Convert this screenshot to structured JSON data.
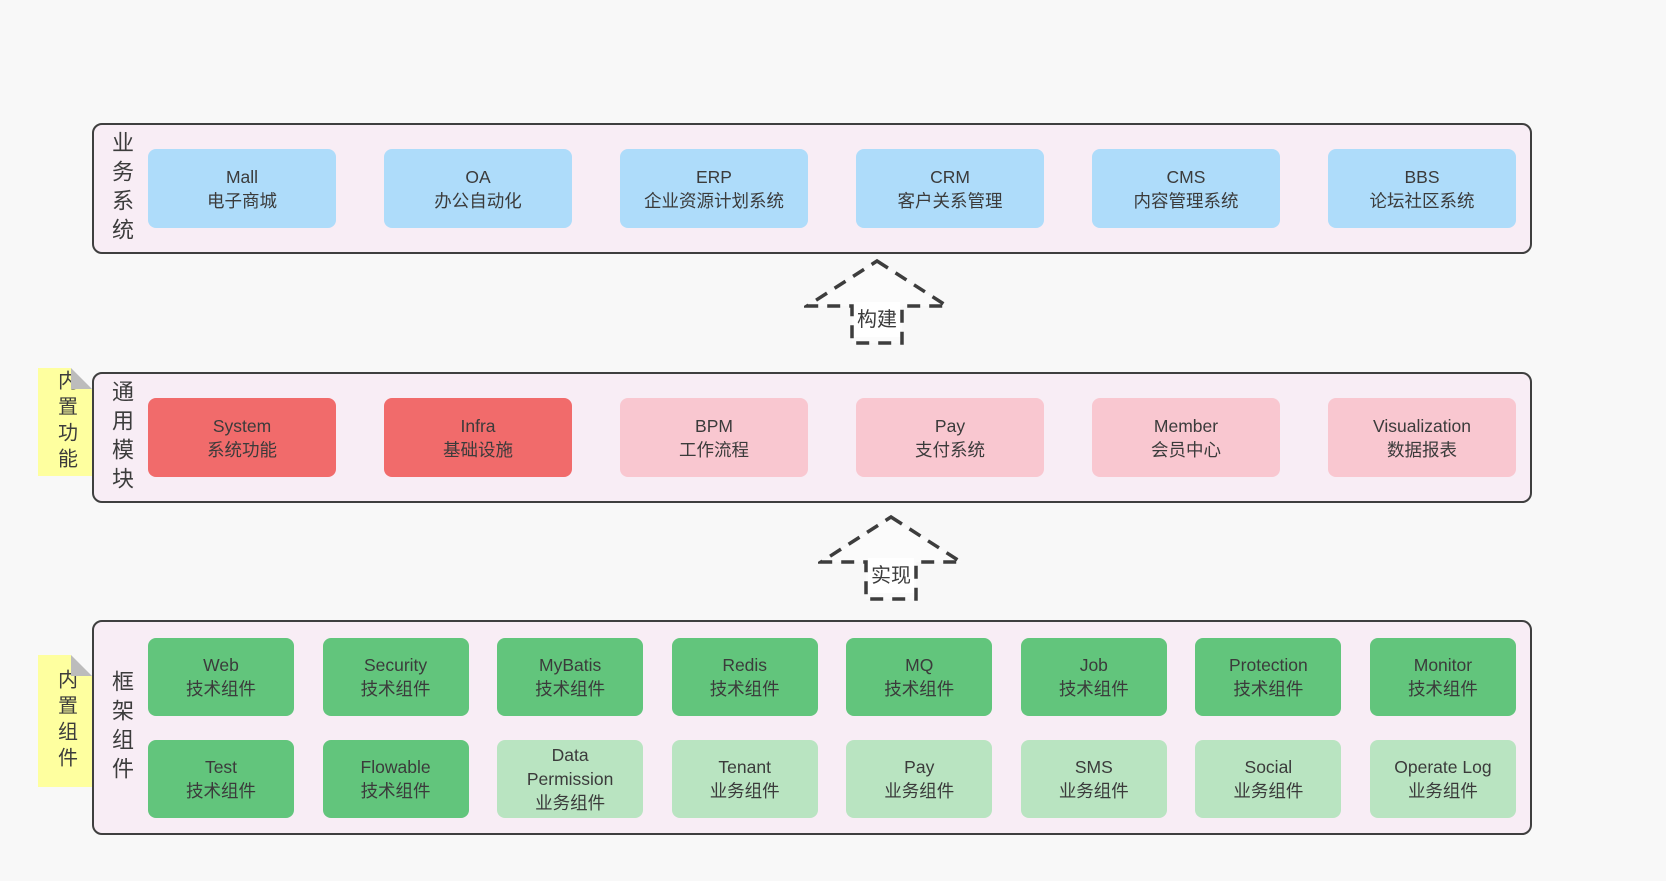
{
  "colors": {
    "blue": "#aedcfa",
    "red": "#f16b6b",
    "pink": "#f9c7d0",
    "green": "#62c57c",
    "light_green": "#b9e4c1",
    "sticky_yellow": "#feff9f",
    "layer_bg": "#f8edf5",
    "layer_border": "#3f3f3f",
    "page_bg": "#f8f8f8",
    "text": "#3b3b3b"
  },
  "arrows": [
    {
      "label": "构建"
    },
    {
      "label": "实现"
    }
  ],
  "layers": [
    {
      "label": "业务系统",
      "rows": [
        [
          {
            "en": "Mall",
            "zh": "电子商城",
            "variant": "blue"
          },
          {
            "en": "OA",
            "zh": "办公自动化",
            "variant": "blue"
          },
          {
            "en": "ERP",
            "zh": "企业资源计划系统",
            "variant": "blue"
          },
          {
            "en": "CRM",
            "zh": "客户关系管理",
            "variant": "blue"
          },
          {
            "en": "CMS",
            "zh": "内容管理系统",
            "variant": "blue"
          },
          {
            "en": "BBS",
            "zh": "论坛社区系统",
            "variant": "blue"
          }
        ]
      ]
    },
    {
      "label": "通用模块",
      "sticky": "内置功能",
      "rows": [
        [
          {
            "en": "System",
            "zh": "系统功能",
            "variant": "red"
          },
          {
            "en": "Infra",
            "zh": "基础设施",
            "variant": "red"
          },
          {
            "en": "BPM",
            "zh": "工作流程",
            "variant": "pink"
          },
          {
            "en": "Pay",
            "zh": "支付系统",
            "variant": "pink"
          },
          {
            "en": "Member",
            "zh": "会员中心",
            "variant": "pink"
          },
          {
            "en": "Visualization",
            "zh": "数据报表",
            "variant": "pink"
          }
        ]
      ]
    },
    {
      "label": "框架组件",
      "sticky": "内置组件",
      "rows": [
        [
          {
            "en": "Web",
            "zh": "技术组件",
            "variant": "green"
          },
          {
            "en": "Security",
            "zh": "技术组件",
            "variant": "green"
          },
          {
            "en": "MyBatis",
            "zh": "技术组件",
            "variant": "green"
          },
          {
            "en": "Redis",
            "zh": "技术组件",
            "variant": "green"
          },
          {
            "en": "MQ",
            "zh": "技术组件",
            "variant": "green"
          },
          {
            "en": "Job",
            "zh": "技术组件",
            "variant": "green"
          },
          {
            "en": "Protection",
            "zh": "技术组件",
            "variant": "green"
          },
          {
            "en": "Monitor",
            "zh": "技术组件",
            "variant": "green"
          }
        ],
        [
          {
            "en": "Test",
            "zh": "技术组件",
            "variant": "green"
          },
          {
            "en": "Flowable",
            "zh": "技术组件",
            "variant": "green"
          },
          {
            "en": "Data Permission",
            "zh": "业务组件",
            "variant": "light_green"
          },
          {
            "en": "Tenant",
            "zh": "业务组件",
            "variant": "light_green"
          },
          {
            "en": "Pay",
            "zh": "业务组件",
            "variant": "light_green"
          },
          {
            "en": "SMS",
            "zh": "业务组件",
            "variant": "light_green"
          },
          {
            "en": "Social",
            "zh": "业务组件",
            "variant": "light_green"
          },
          {
            "en": "Operate Log",
            "zh": "业务组件",
            "variant": "light_green"
          }
        ]
      ]
    }
  ]
}
